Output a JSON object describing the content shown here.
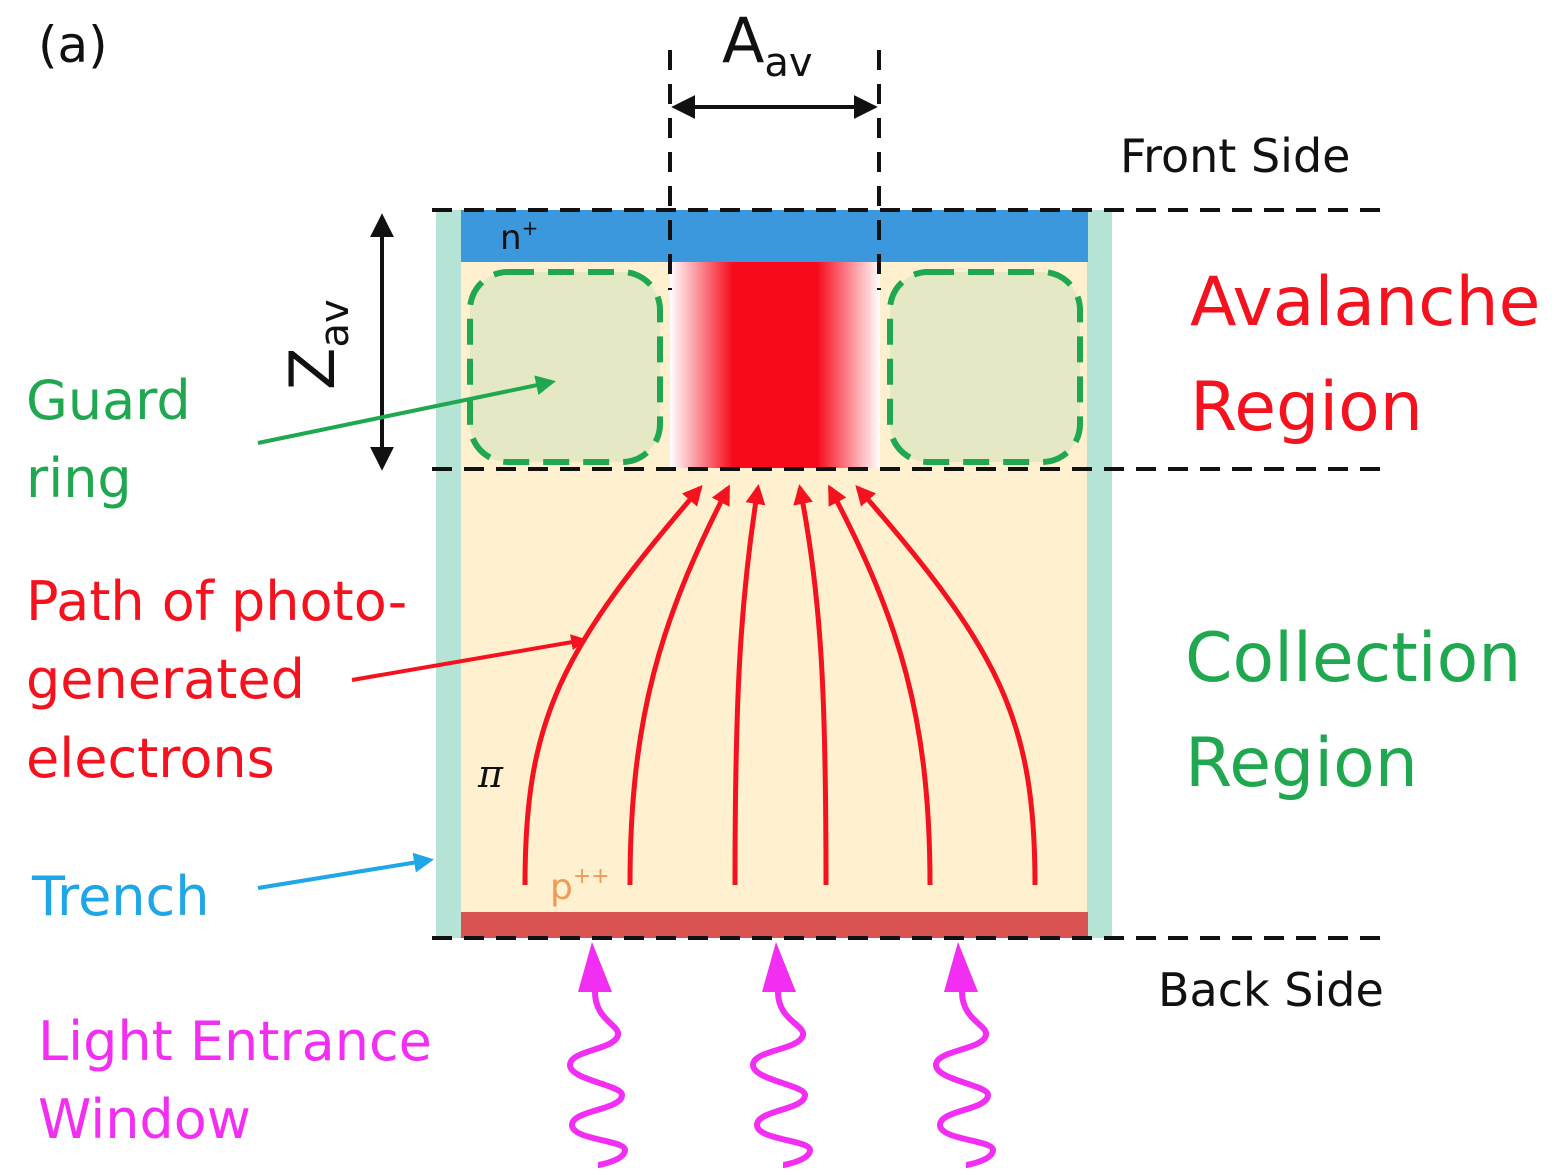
{
  "panel_label": "(a)",
  "labels": {
    "front_side": "Front Side",
    "back_side": "Back Side",
    "avalanche_region": [
      "Avalanche",
      "Region"
    ],
    "collection_region": [
      "Collection",
      "Region"
    ],
    "guard_ring": [
      "Guard",
      "ring"
    ],
    "electron_path": [
      "Path of photo-",
      "generated",
      "electrons"
    ],
    "trench": "Trench",
    "light_entrance_window": [
      "Light Entrance",
      "Window"
    ],
    "a_av_main": "A",
    "a_av_sub": "av",
    "z_av_main": "Z",
    "z_av_sub": "av",
    "n_plus_main": "n",
    "n_plus_sup": "+",
    "pi": "π",
    "p_plus_plus_main": "p",
    "p_plus_plus_sup": "++"
  },
  "colors": {
    "n_plus_layer": "#3b98dc",
    "substrate": "#fff1d0",
    "trench": "#b5e4d6",
    "p_plus_plus_layer": "#d85252",
    "guard_ring_fill": "#e5e8c4",
    "guard_ring_stroke": "#1fa84f",
    "avalanche": "#f70a1c",
    "electron_path": "#f4121e",
    "light": "#f22ef2",
    "trench_label": "#1fa6e6",
    "dimension": "#111111"
  },
  "counts": {
    "electron_paths": 6,
    "light_rays": 3,
    "guard_rings": 2
  }
}
